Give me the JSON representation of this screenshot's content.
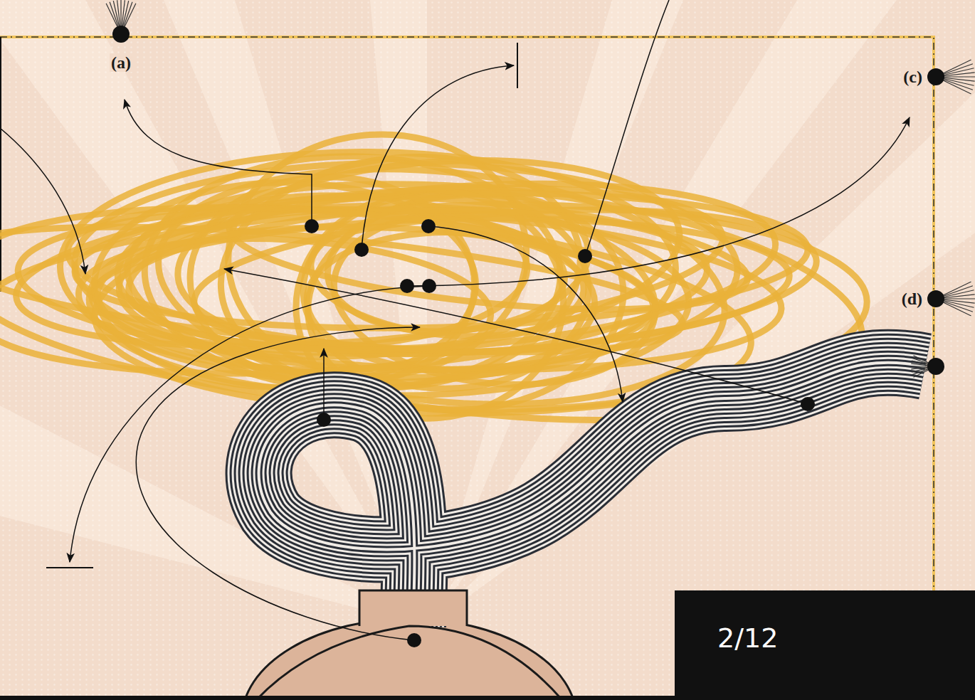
{
  "diagram": {
    "nodes": [
      {
        "text": [
          "2/12"
        ]
      }
    ],
    "labels": [
      "(a)",
      "(c)",
      "(d)"
    ]
  }
}
